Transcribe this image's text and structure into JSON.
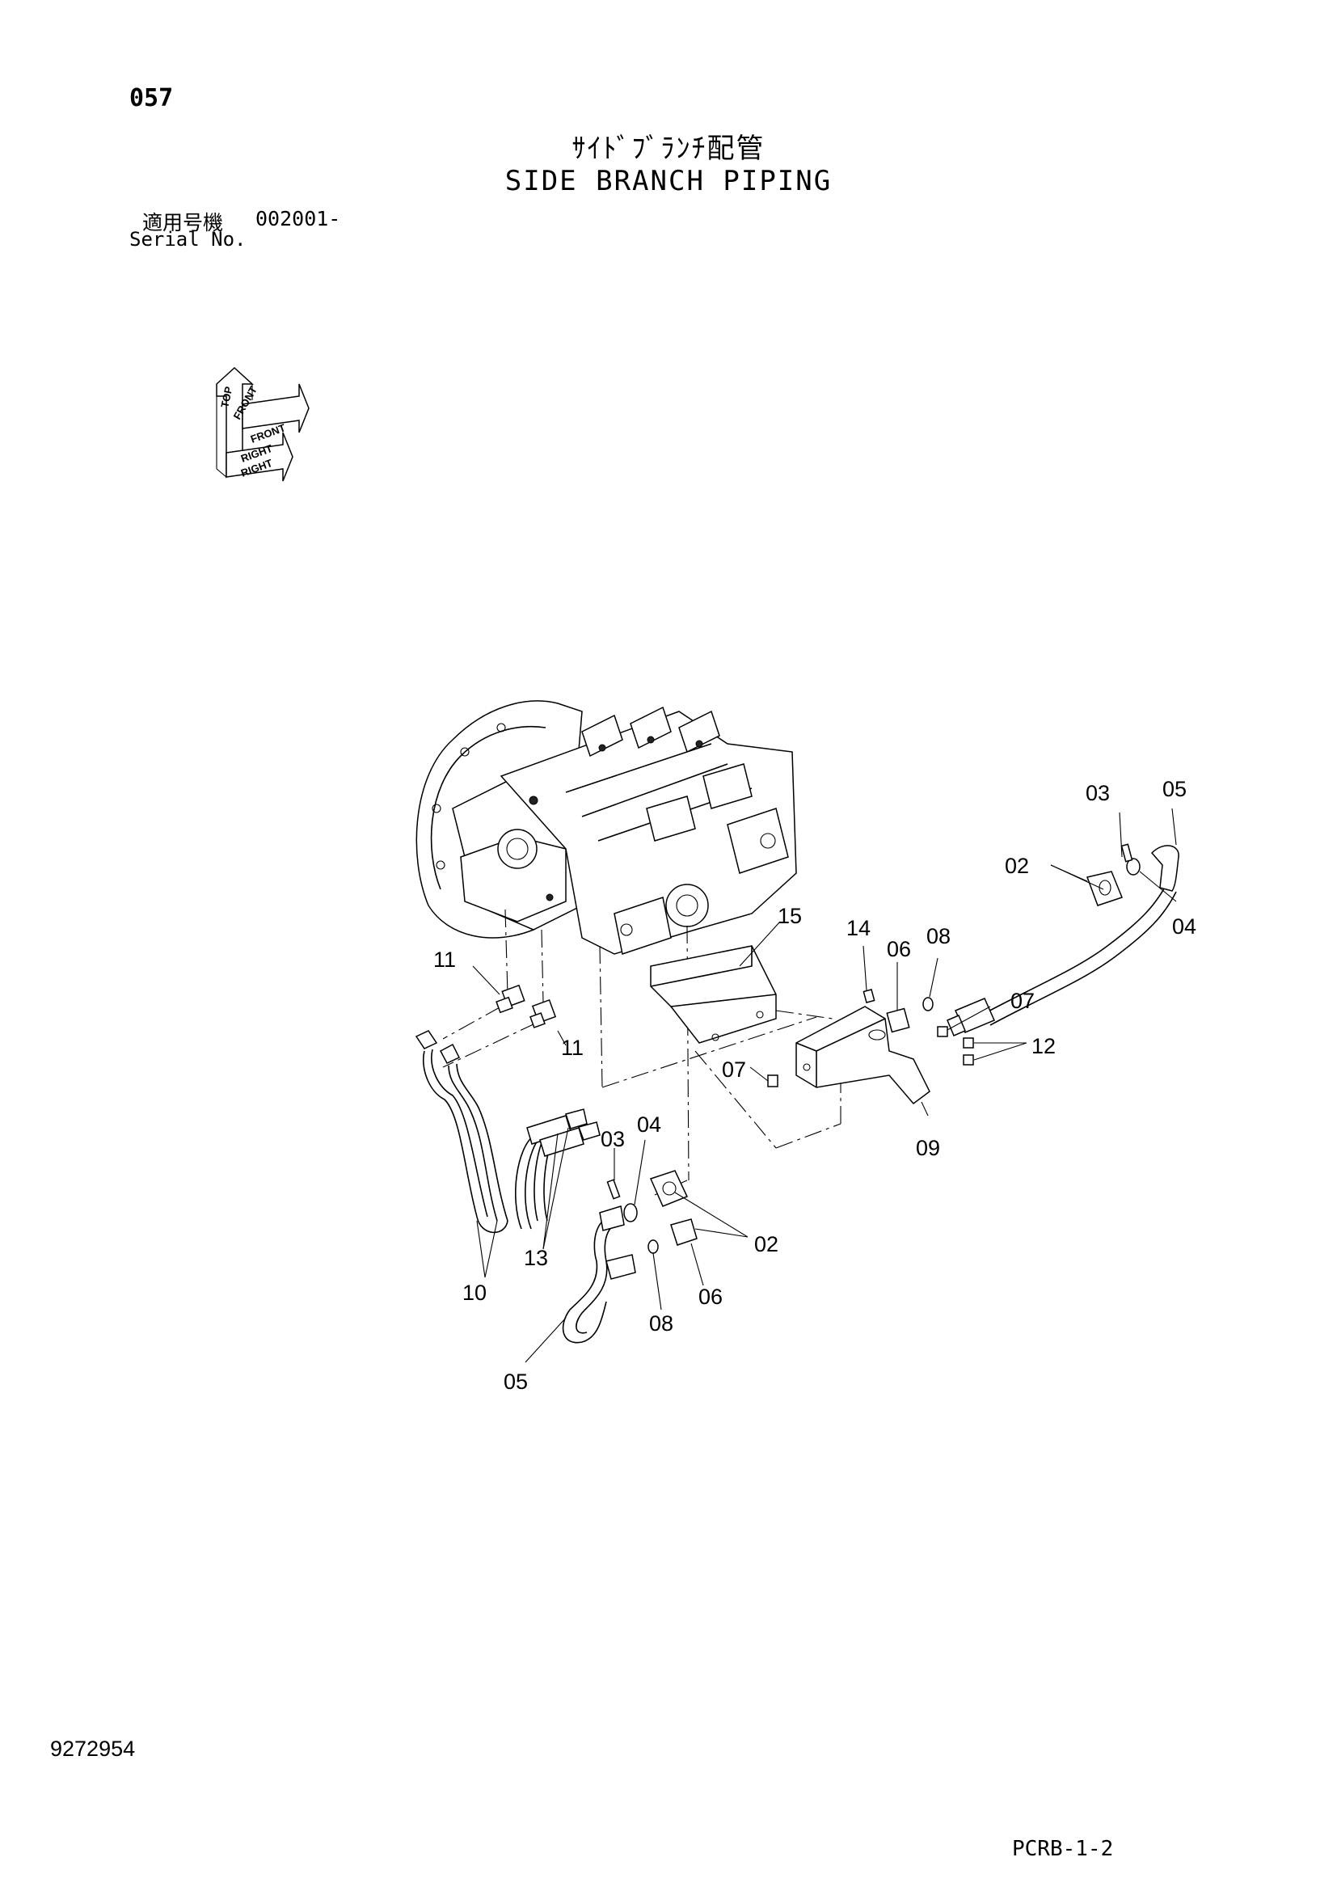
{
  "header": {
    "page_number": "057",
    "title_jp": "ｻｲﾄﾞﾌﾞﾗﾝﾁ配管",
    "title_en": "SIDE BRANCH PIPING",
    "serial_label_jp": "適用号機",
    "serial_value": "002001-",
    "serial_label_en": "Serial No."
  },
  "orientation": {
    "labels": [
      "TOP",
      "FRONT",
      "FRONT",
      "RIGHT",
      "RIGHT"
    ]
  },
  "callouts": {
    "c03_top": "03",
    "c05_top": "05",
    "c02_top": "02",
    "c04_top": "04",
    "c15": "15",
    "c14": "14",
    "c06_mid": "06",
    "c08_mid": "08",
    "c07_right": "07",
    "c11_top": "11",
    "c11_bottom": "11",
    "c12": "12",
    "c07_left": "07",
    "c09": "09",
    "c03_bottom": "03",
    "c04_bottom": "04",
    "c02_bottom": "02",
    "c13": "13",
    "c10": "10",
    "c06_bottom": "06",
    "c08_bottom": "08",
    "c05_bottom": "05"
  },
  "footer": {
    "doc_number": "9272954",
    "page_code": "PCRB-1-2"
  }
}
